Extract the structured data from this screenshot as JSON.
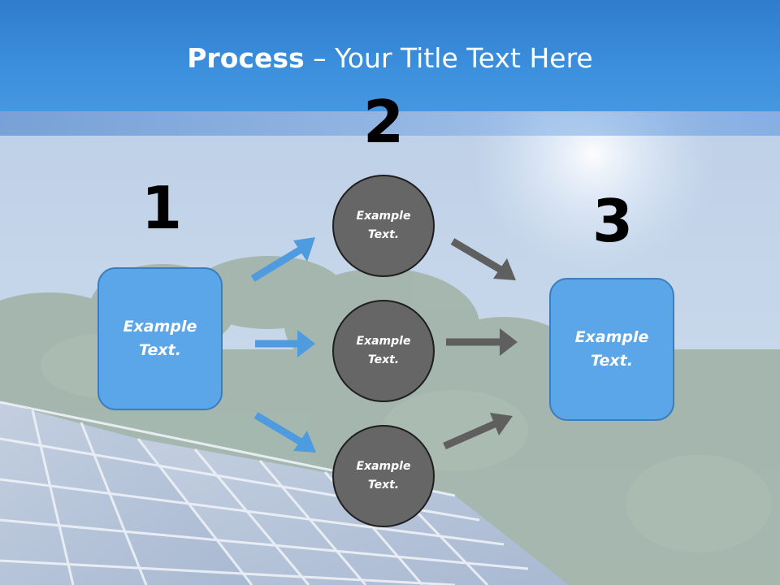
{
  "slide": {
    "title_bold": "Process",
    "title_rest": " – Your Title Text Here"
  },
  "steps": {
    "step1_number": "1",
    "step2_number": "2",
    "step3_number": "3"
  },
  "nodes": {
    "left_box_line1": "Example",
    "left_box_line2": "Text.",
    "circle_top_line1": "Example",
    "circle_top_line2": "Text.",
    "circle_mid_line1": "Example",
    "circle_mid_line2": "Text.",
    "circle_bot_line1": "Example",
    "circle_bot_line2": "Text.",
    "right_box_line1": "Example",
    "right_box_line2": "Text."
  },
  "colors": {
    "header": "#3b8fdc",
    "box_fill": "#5aa6e8",
    "circle_fill": "#666666",
    "arrow_blue": "#4f9be0",
    "arrow_gray": "#5f5f5f"
  }
}
